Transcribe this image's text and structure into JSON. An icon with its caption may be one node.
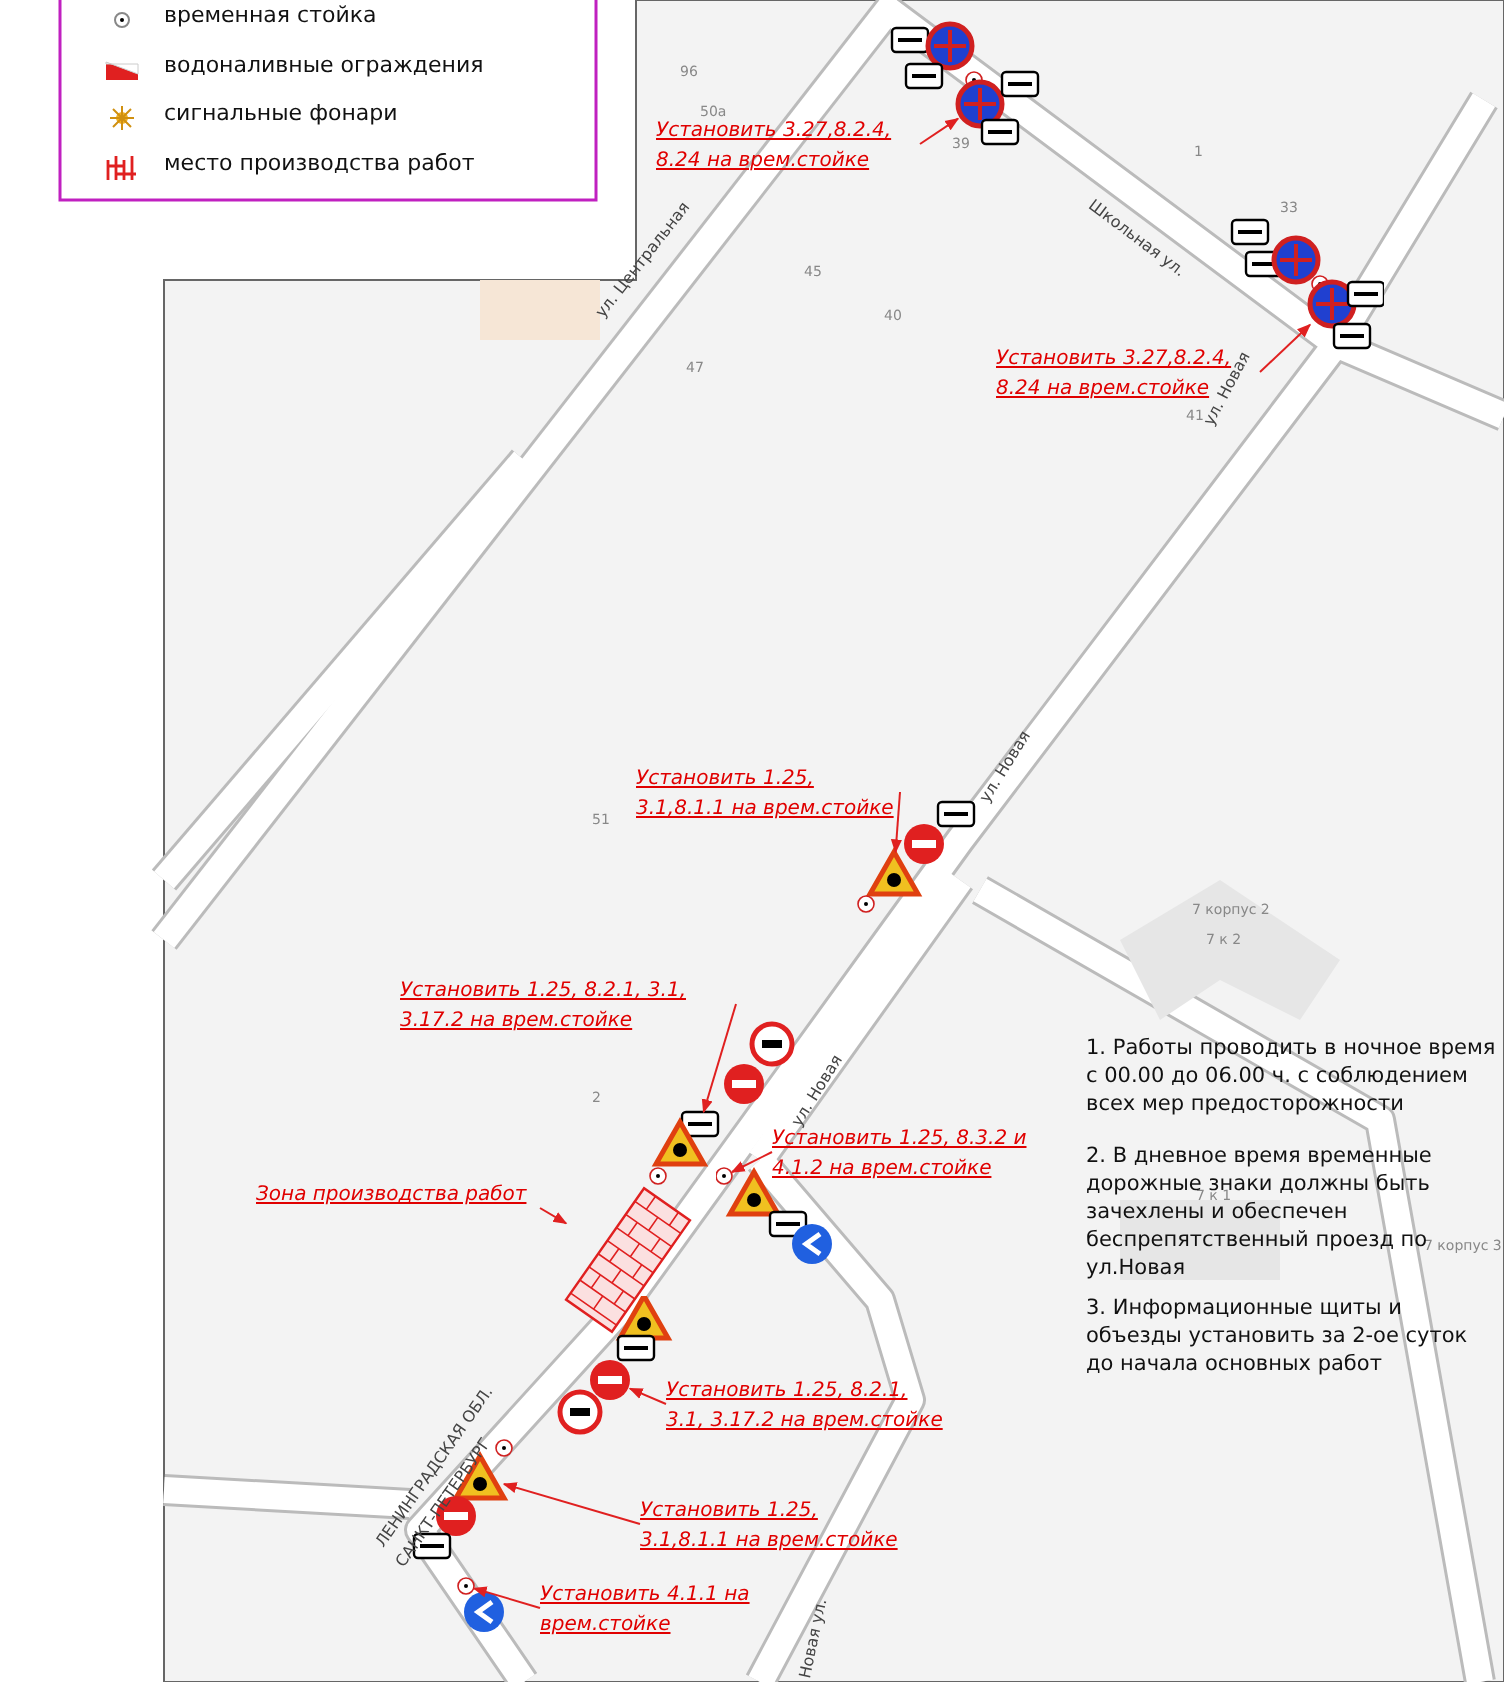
{
  "diagram": {
    "nodes": [
      {
        "text": [
          "Установить 3.27,8.2.4, 8.24 на врем.стойке"
        ]
      },
      {
        "text": [],
        "shape": "picture"
      },
      {
        "text": [
          "Установить 3.27,8.2.4, 8.24 на врем.стойке"
        ]
      },
      {
        "text": [],
        "shape": "picture"
      },
      {
        "text": [
          "Установить 1.25, 3.1,8.1.1 на врем.стойке"
        ]
      },
      {
        "text": [],
        "shape": "picture"
      },
      {
        "text": [
          "Установить 1.25, 8.2.1, 3.1, 3.17.2 на врем.стойке"
        ]
      },
      {
        "text": [],
        "shape": "picture"
      },
      {
        "text": [
          "Установить 1.25, 8.3.2 и 4.1.2 на врем.стойке"
        ]
      },
      {
        "text": [],
        "shape": "picture"
      },
      {
        "text": [
          "Зона производства работ"
        ]
      },
      {
        "text": [],
        "shape": "picture"
      },
      {
        "text": [
          "Установить 1.25, 8.2.1, 3.1, 3.17.2 на врем.стойке"
        ]
      },
      {
        "text": [],
        "shape": "picture"
      },
      {
        "text": [
          "Установить 1.25, 3.1,8.1.1 на врем.стойке"
        ]
      },
      {
        "text": [],
        "shape": "picture"
      },
      {
        "text": [
          "Установить 4.1.1 на врем.стойке"
        ]
      },
      {
        "text": [],
        "shape": "picture"
      }
    ],
    "edges": [
      {
        "from": 0,
        "to": 1,
        "arrow": "to"
      },
      {
        "from": 2,
        "to": 3,
        "arrow": "to"
      },
      {
        "from": 4,
        "to": 5,
        "arrow": "to"
      },
      {
        "from": 6,
        "to": 7,
        "arrow": "to"
      },
      {
        "from": 8,
        "to": 9,
        "arrow": "to"
      },
      {
        "from": 10,
        "to": 11,
        "arrow": "to"
      },
      {
        "from": 12,
        "to": 13,
        "arrow": "to"
      },
      {
        "from": 14,
        "to": 15,
        "arrow": "to"
      },
      {
        "from": 16,
        "to": 17,
        "arrow": "to"
      }
    ],
    "labels": [
      "96",
      "50а",
      "39",
      "1",
      "33",
      "Школьная ул.",
      "45",
      "40",
      "47",
      "ул. Центральная",
      "ул. Новая",
      "41",
      "51",
      "ул. Новая",
      "7 корпус 2",
      "7 к 2",
      "1. Работы проводить в ночное время с 00.00 до 06.00 ч. с соблюдением всех мер предосторожности",
      "2. В дневное время временные дорожные знаки должны быть зачехлены и обеспечен беспрепятственный проезд по ул.Новая",
      "3. Информационные щиты и объезды установить за 2-ое суток до начала основных работ",
      "2",
      "ул. Новая",
      "7 к 1",
      "7 корпус 3",
      "ЛЕНИНГРАДСКАЯ ОБЛ.",
      "САНКТ-ПЕТЕРБУРГ",
      "Новая ул."
    ],
    "legend": [
      {
        "text": "временная стойка"
      },
      {
        "text": "водоналивные ограждения"
      },
      {
        "text": "сигнальные фонари"
      },
      {
        "text": "место производства работ"
      }
    ]
  }
}
